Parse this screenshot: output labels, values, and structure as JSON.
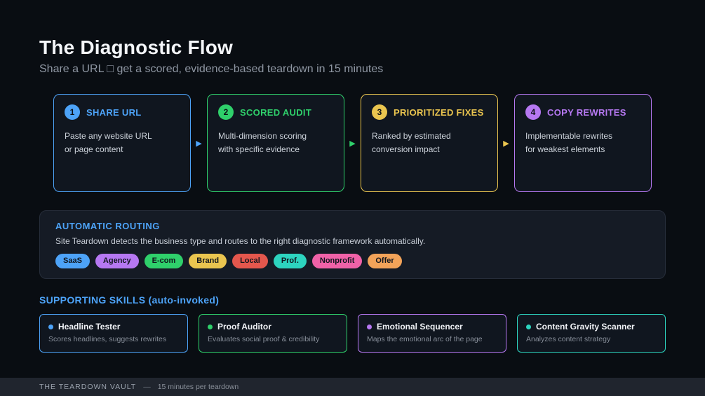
{
  "header": {
    "title": "The Diagnostic Flow",
    "subtitle": "Share a URL □ get a scored, evidence-based teardown in 15 minutes"
  },
  "flow": {
    "steps": [
      {
        "number": "1",
        "title": "SHARE URL",
        "description": "Paste any website URL\nor page content",
        "color": "#4da3f8"
      },
      {
        "number": "2",
        "title": "SCORED AUDIT",
        "description": "Multi-dimension scoring\nwith specific evidence",
        "color": "#2fd06b"
      },
      {
        "number": "3",
        "title": "PRIORITIZED FIXES",
        "description": "Ranked by estimated\nconversion impact",
        "color": "#eac54f"
      },
      {
        "number": "4",
        "title": "COPY REWRITES",
        "description": "Implementable rewrites\nfor weakest elements",
        "color": "#b678f2"
      }
    ],
    "arrow_glyph": "▶"
  },
  "routing": {
    "title": "AUTOMATIC ROUTING",
    "description": "Site Teardown detects the business type and routes to the right diagnostic framework automatically.",
    "tags": [
      {
        "label": "SaaS",
        "color": "#4da3f8"
      },
      {
        "label": "Agency",
        "color": "#b678f2"
      },
      {
        "label": "E-com",
        "color": "#2fd06b"
      },
      {
        "label": "Brand",
        "color": "#eac54f"
      },
      {
        "label": "Local",
        "color": "#e4574d"
      },
      {
        "label": "Prof.",
        "color": "#2dd4bf"
      },
      {
        "label": "Nonprofit",
        "color": "#f062a8"
      },
      {
        "label": "Offer",
        "color": "#f2a359"
      }
    ]
  },
  "skills": {
    "heading": "SUPPORTING SKILLS (auto-invoked)",
    "items": [
      {
        "title": "Headline Tester",
        "description": "Scores headlines, suggests rewrites",
        "color": "#4da3f8"
      },
      {
        "title": "Proof Auditor",
        "description": "Evaluates social proof & credibility",
        "color": "#2fd06b"
      },
      {
        "title": "Emotional Sequencer",
        "description": "Maps the emotional arc of the page",
        "color": "#b678f2"
      },
      {
        "title": "Content Gravity Scanner",
        "description": "Analyzes content strategy",
        "color": "#2dd4bf"
      }
    ]
  },
  "footer": {
    "brand": "THE TEARDOWN VAULT",
    "dash": "—",
    "note": "15 minutes per teardown"
  }
}
